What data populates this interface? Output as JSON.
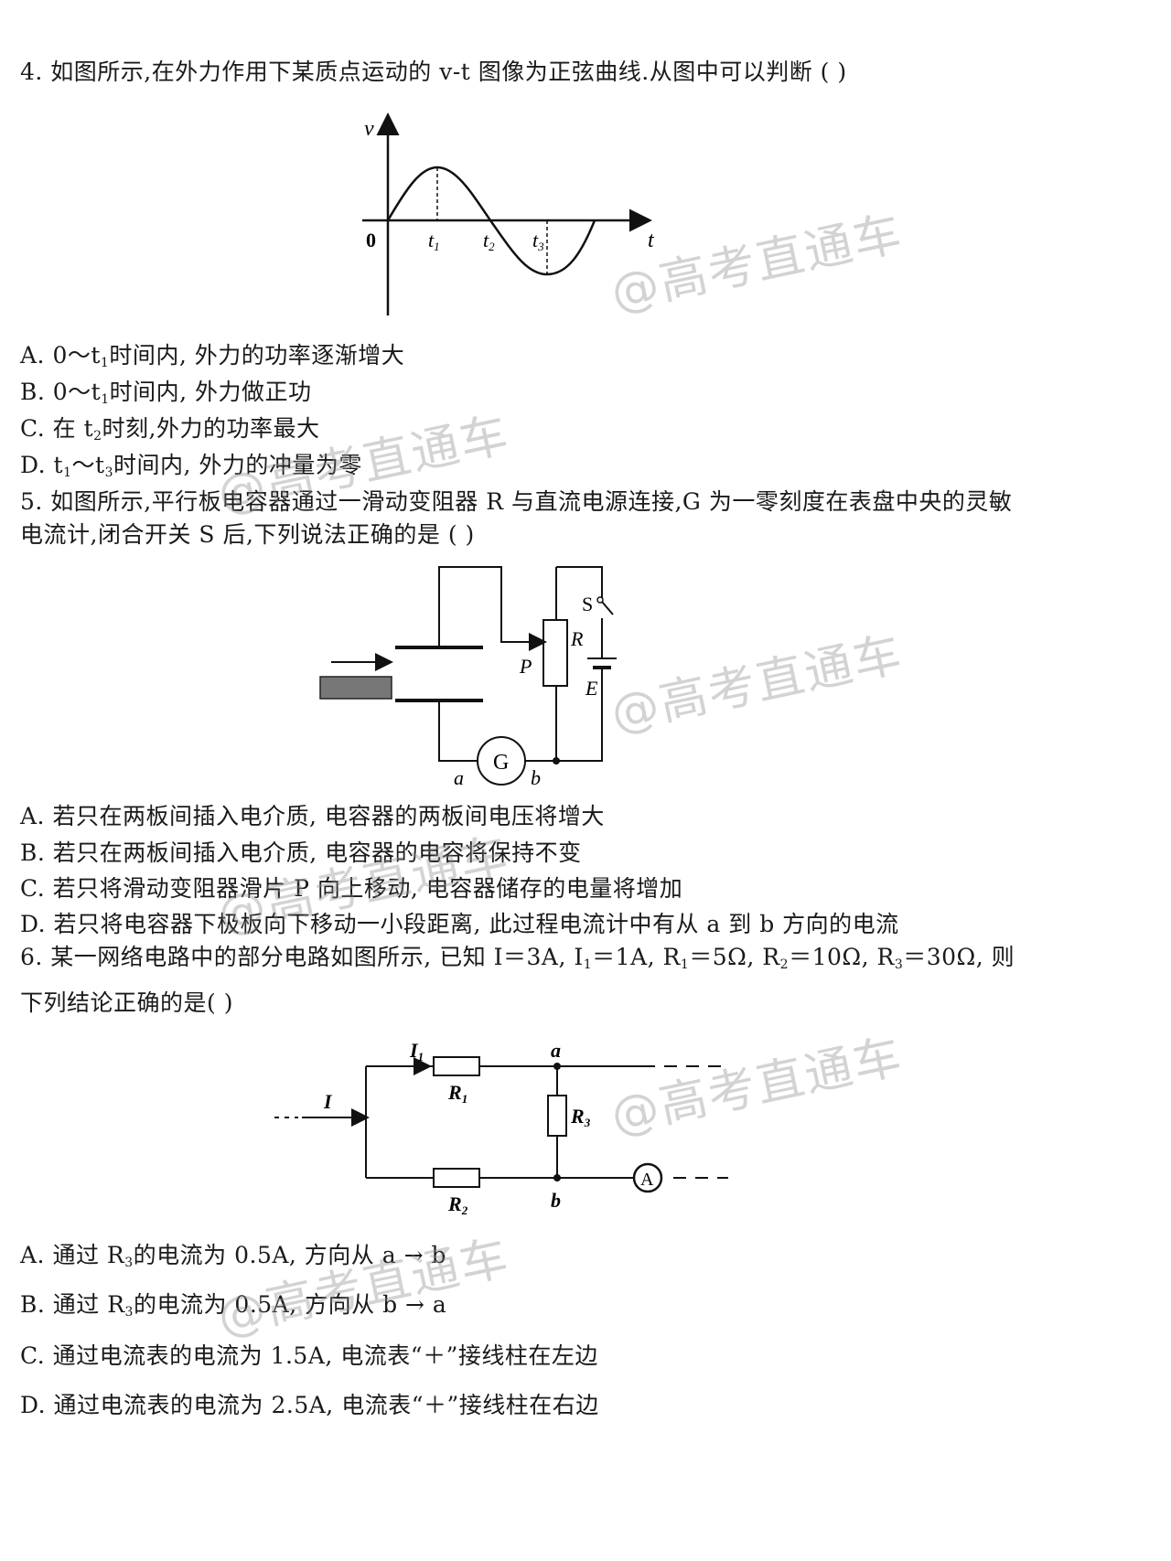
{
  "q4": {
    "stem": "4. 如图所示,在外力作用下某质点运动的 v-t 图像为正弦曲线.从图中可以判断 (        )",
    "figure": {
      "v_label": "v",
      "t_label": "t",
      "origin": "0",
      "t1": "t",
      "t1_sub": "1",
      "t2": "t",
      "t2_sub": "2",
      "t3": "t",
      "t3_sub": "3"
    },
    "options": {
      "A_pre": "A. 0～t",
      "A_sub": "1",
      "A_post": "时间内, 外力的功率逐渐增大",
      "B_pre": "B. 0～t",
      "B_sub": "1",
      "B_post": "时间内, 外力做正功",
      "C_pre": "C. 在 t",
      "C_sub": "2",
      "C_post": "时刻,外力的功率最大",
      "D_pre": "D. t",
      "D_sub1": "1",
      "D_mid": "～t",
      "D_sub2": "3",
      "D_post": "时间内, 外力的冲量为零"
    }
  },
  "q5": {
    "stem_line1": "5. 如图所示,平行板电容器通过一滑动变阻器 R 与直流电源连接,G 为一零刻度在表盘中央的灵敏",
    "stem_line2": "电流计,闭合开关 S 后,下列说法正确的是 (          )",
    "figure": {
      "S": "S",
      "R": "R",
      "P": "P",
      "E": "E",
      "G": "G",
      "a": "a",
      "b": "b"
    },
    "options": {
      "A": "A. 若只在两板间插入电介质, 电容器的两板间电压将增大",
      "B": "B. 若只在两板间插入电介质, 电容器的电容将保持不变",
      "C": "C. 若只将滑动变阻器滑片 P 向上移动, 电容器储存的电量将增加",
      "D": "D. 若只将电容器下极板向下移动一小段距离, 此过程电流计中有从 a 到 b 方向的电流"
    }
  },
  "q6": {
    "stem_p1": "6. 某一网络电路中的部分电路如图所示, 已知 I＝3A, I",
    "stem_s1": "1",
    "stem_p2": "＝1A, R",
    "stem_s2": "1",
    "stem_p3": "＝5Ω, R",
    "stem_s3": "2",
    "stem_p4": "＝10Ω, R",
    "stem_s4": "3",
    "stem_p5": "＝30Ω, 则",
    "stem_line2": "下列结论正确的是(          )",
    "figure": {
      "I": "I",
      "I1": "I",
      "I1_sub": "1",
      "R1": "R",
      "R1_sub": "1",
      "R2": "R",
      "R2_sub": "2",
      "R3": "R",
      "R3_sub": "3",
      "a": "a",
      "b": "b",
      "A": "A"
    },
    "options": {
      "A_pre": "A. 通过 R",
      "A_sub": "3",
      "A_post": "的电流为 0.5A, 方向从 a → b",
      "B_pre": "B. 通过 R",
      "B_sub": "3",
      "B_post": "的电流为 0.5A, 方向从 b → a",
      "C": "C. 通过电流表的电流为 1.5A, 电流表“＋”接线柱在左边",
      "D": "D. 通过电流表的电流为 2.5A, 电流表“＋”接线柱在右边"
    }
  },
  "watermark": "@高考直通车"
}
